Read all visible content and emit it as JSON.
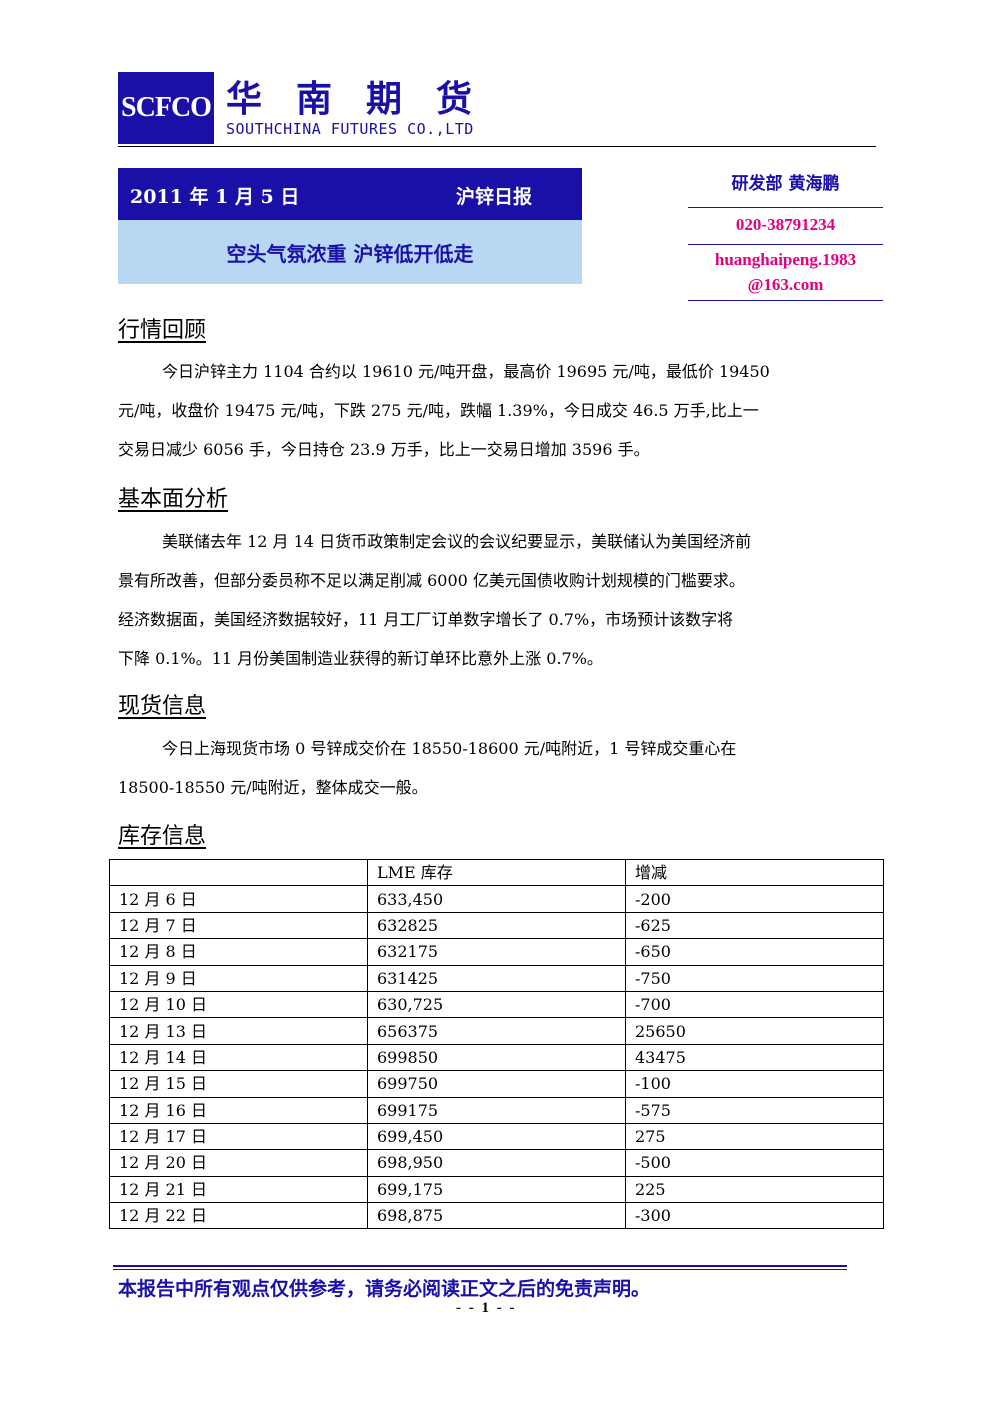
{
  "header": {
    "logo_text": "SCFCO",
    "company_cn": "华南期货",
    "company_en": "SOUTHCHINA FUTURES CO.,LTD",
    "brand_color": "#1a10a8"
  },
  "title": {
    "date": "2011 年 1 月 5 日",
    "report_type": "沪锌日报",
    "headline": "空头气氛浓重 沪锌低开低走"
  },
  "author": {
    "name": "研发部 黄海鹏",
    "phone": "020-38791234",
    "email_line1": "huanghaipeng.1983",
    "email_line2": "@163.com",
    "accent_color": "#e4007f"
  },
  "sections": {
    "market_review": {
      "heading": "行情回顾",
      "lines": [
        "今日沪锌主力 1104 合约以 19610 元/吨开盘，最高价 19695 元/吨，最低价 19450",
        "元/吨，收盘价 19475 元/吨，下跌 275 元/吨，跌幅 1.39%，今日成交 46.5 万手,比上一",
        "交易日减少 6056 手，今日持仓 23.9 万手，比上一交易日增加 3596 手。"
      ]
    },
    "fundamentals": {
      "heading": "基本面分析",
      "lines": [
        "美联储去年 12 月 14 日货币政策制定会议的会议纪要显示，美联储认为美国经济前",
        "景有所改善，但部分委员称不足以满足削减 6000 亿美元国债收购计划规模的门槛要求。",
        "经济数据面，美国经济数据较好，11 月工厂订单数字增长了 0.7%，市场预计该数字将",
        "下降 0.1%。11 月份美国制造业获得的新订单环比意外上涨 0.7%。"
      ]
    },
    "spot": {
      "heading": "现货信息",
      "lines": [
        "今日上海现货市场 0 号锌成交价在 18550-18600 元/吨附近，1 号锌成交重心在",
        "18500-18550 元/吨附近，整体成交一般。"
      ]
    },
    "inventory": {
      "heading": "库存信息",
      "columns": [
        "",
        "LME 库存",
        "增减"
      ],
      "rows": [
        [
          "12 月 6 日",
          "633,450",
          "-200"
        ],
        [
          "12 月 7 日",
          "632825",
          "-625"
        ],
        [
          "12 月 8 日",
          "632175",
          "-650"
        ],
        [
          "12 月 9 日",
          "631425",
          "-750"
        ],
        [
          "12 月 10 日",
          "630,725",
          "-700"
        ],
        [
          "12 月 13 日",
          "656375",
          "25650"
        ],
        [
          "12 月 14 日",
          "699850",
          "43475"
        ],
        [
          "12 月 15 日",
          "699750",
          "-100"
        ],
        [
          "12 月 16 日",
          "699175",
          "-575"
        ],
        [
          "12 月 17 日",
          "699,450",
          "275"
        ],
        [
          "12 月 20 日",
          "698,950",
          "-500"
        ],
        [
          "12 月 21 日",
          "699,175",
          "225"
        ],
        [
          "12 月 22 日",
          "698,875",
          "-300"
        ]
      ]
    }
  },
  "footer": {
    "disclaimer": "本报告中所有观点仅供参考，请务必阅读正文之后的免责声明。",
    "page_number": "- - 1 - -"
  }
}
